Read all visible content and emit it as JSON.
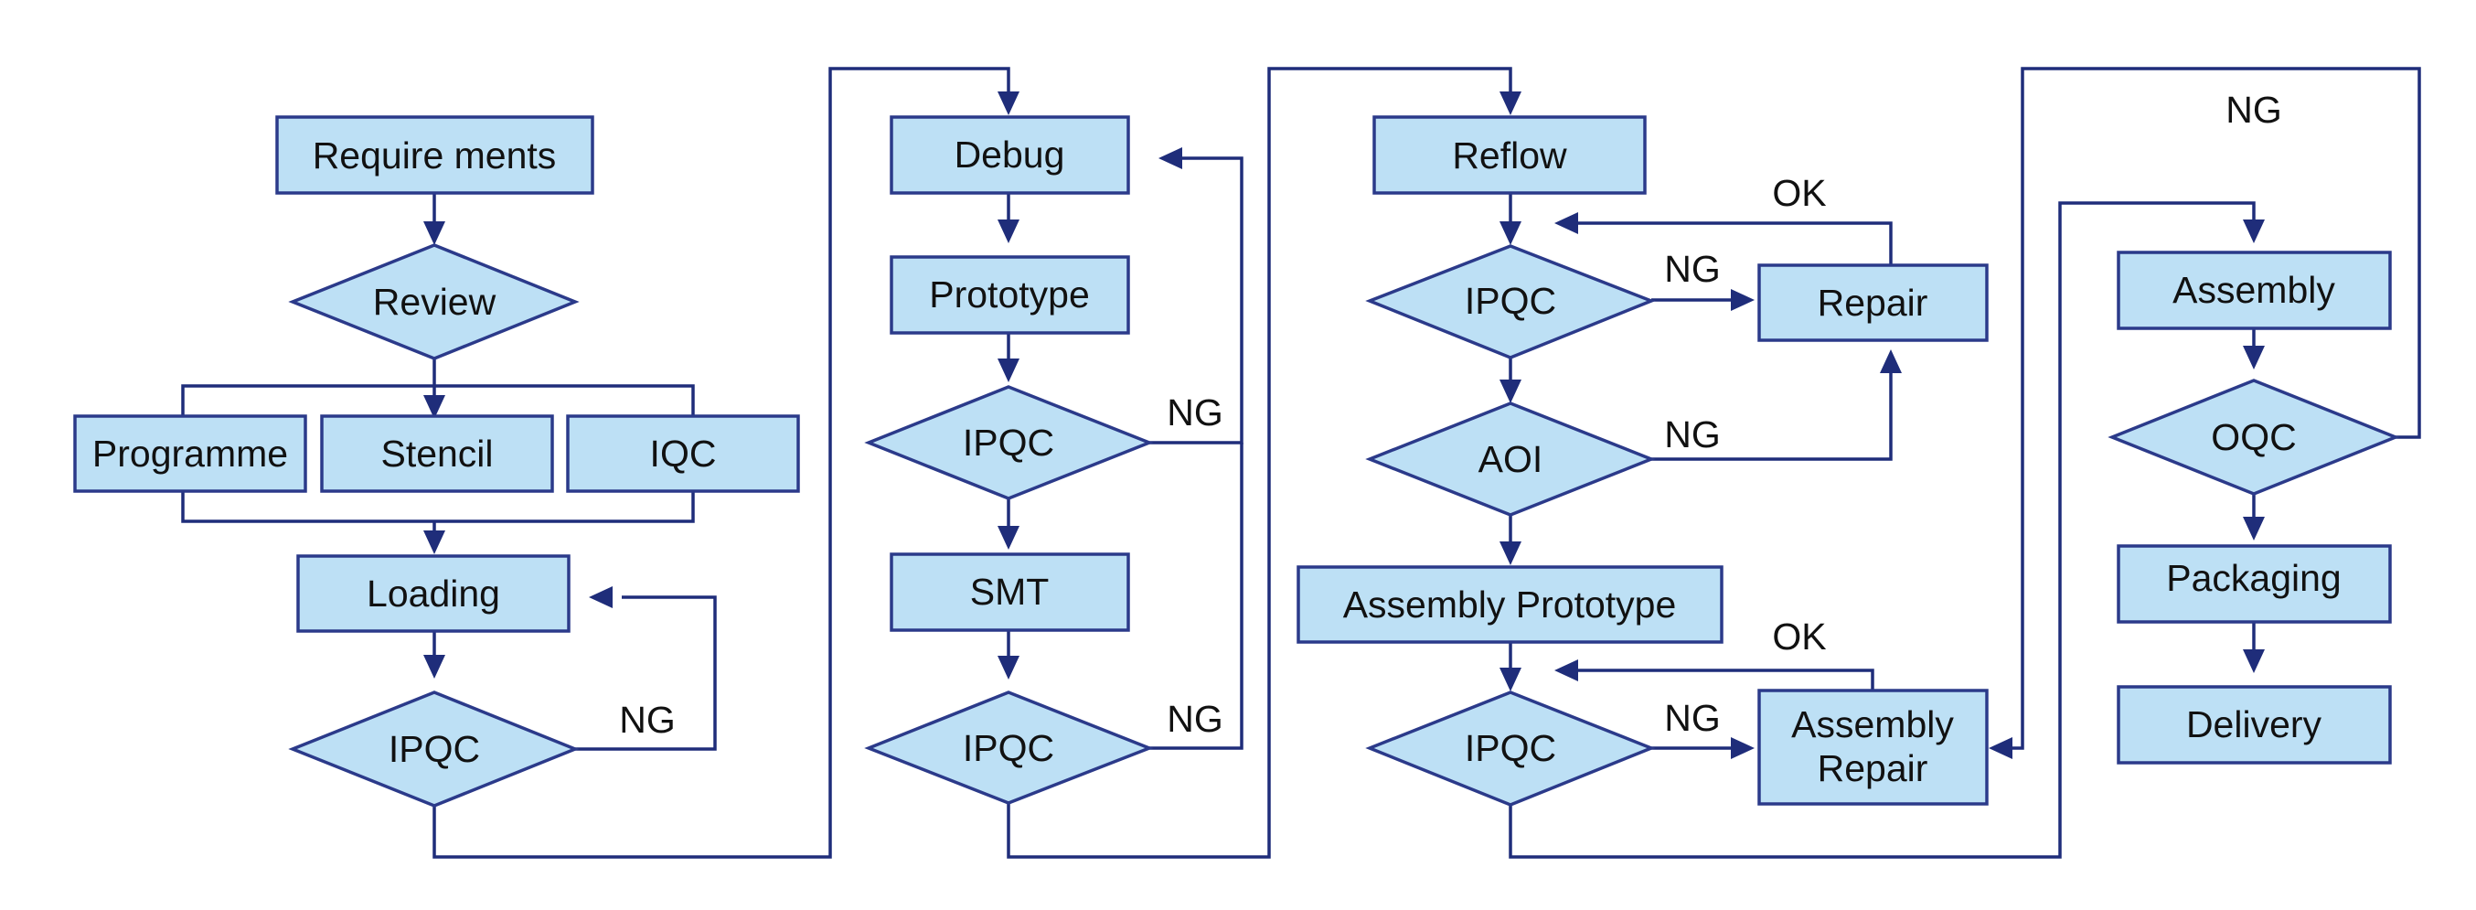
{
  "nodes": {
    "requirements": "Require ments",
    "review": "Review",
    "programme": "Programme",
    "stencil": "Stencil",
    "iqc": "IQC",
    "loading": "Loading",
    "ipqc_loading": "IPQC",
    "debug": "Debug",
    "prototype": "Prototype",
    "ipqc_prototype": "IPQC",
    "smt": "SMT",
    "ipqc_smt": "IPQC",
    "reflow": "Reflow",
    "ipqc_reflow": "IPQC",
    "repair": "Repair",
    "aoi": "AOI",
    "assembly_prototype": "Assembly Prototype",
    "ipqc_assembly": "IPQC",
    "assembly_repair_line1": "Assembly",
    "assembly_repair_line2": "Repair",
    "assembly": "Assembly",
    "oqc": "OQC",
    "packaging": "Packaging",
    "delivery": "Delivery"
  },
  "edge_labels": {
    "loading_ng": "NG",
    "prototype_ng": "NG",
    "smt_ng": "NG",
    "reflow_ng": "NG",
    "repair_ok": "OK",
    "aoi_ng": "NG",
    "assembly_ng": "NG",
    "assembly_repair_ok": "OK",
    "oqc_ng": "NG"
  }
}
